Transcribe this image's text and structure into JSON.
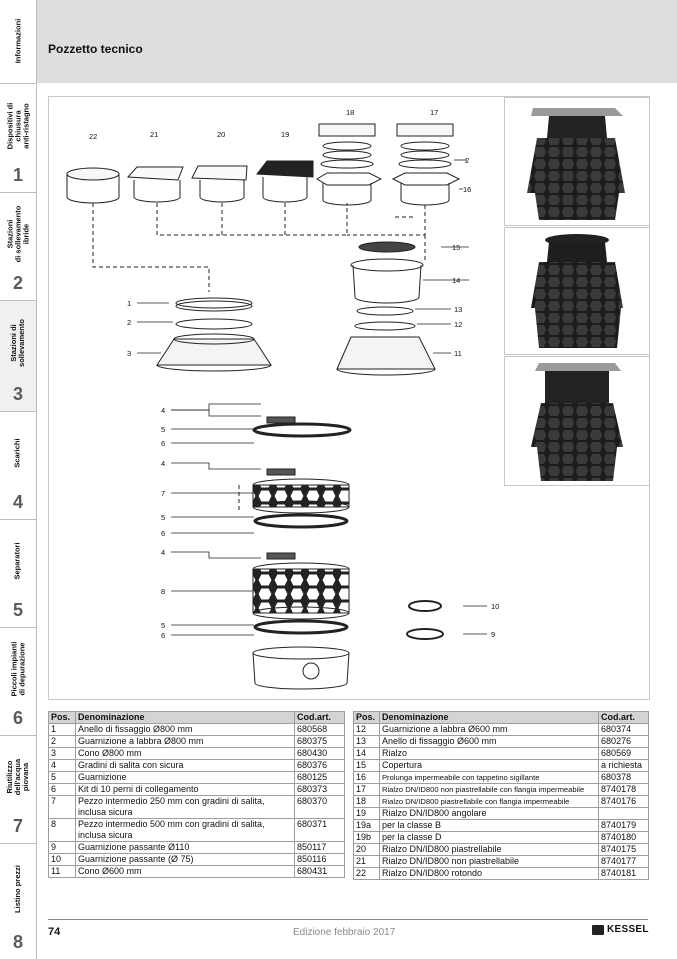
{
  "sidebar": {
    "tabs": [
      {
        "label": "Informazioni",
        "num": ""
      },
      {
        "label": "Dispositivi di\nchiusura\nanti-ristagno",
        "num": "1"
      },
      {
        "label": "Stazioni\ndi sollevamento\nibride",
        "num": "2"
      },
      {
        "label": "Stazioni di\nsollevamento",
        "num": "3"
      },
      {
        "label": "Scarichi",
        "num": "4"
      },
      {
        "label": "Separatori",
        "num": "5"
      },
      {
        "label": "Piccoli impianti\ndi depurazione",
        "num": "6"
      },
      {
        "label": "Riutilizzo\ndell'acqua\npiovana",
        "num": "7"
      },
      {
        "label": "Listino prezzi",
        "num": "8"
      }
    ]
  },
  "header": {
    "title": "Pozzetto tecnico"
  },
  "diagram": {
    "labels_top": [
      "22",
      "21",
      "20",
      "19",
      "18",
      "17",
      "2",
      "16"
    ],
    "labels_left": [
      "1",
      "2",
      "3",
      "4",
      "5",
      "6",
      "4",
      "7",
      "5",
      "6",
      "4",
      "8",
      "5",
      "6"
    ],
    "labels_right": [
      "15",
      "14",
      "13",
      "12",
      "11",
      "10",
      "9"
    ]
  },
  "table_left": {
    "headers": [
      "Pos.",
      "Denominazione",
      "Cod.art."
    ],
    "rows": [
      [
        "1",
        "Anello di fissaggio Ø800 mm",
        "680568"
      ],
      [
        "2",
        "Guarnizione a labbra Ø800 mm",
        "680375"
      ],
      [
        "3",
        "Cono Ø800 mm",
        "680430"
      ],
      [
        "4",
        "Gradini di salita con sicura",
        "680376"
      ],
      [
        "5",
        "Guarnizione",
        "680125"
      ],
      [
        "6",
        "Kit di 10 perni di collegamento",
        "680373"
      ],
      [
        "7",
        "Pezzo intermedio 250 mm con gradini di salita,\ninclusa sicura",
        "680370"
      ],
      [
        "8",
        "Pezzo intermedio 500 mm con gradini di salita,\ninclusa sicura",
        "680371"
      ],
      [
        "9",
        "Guarnizione passante Ø110",
        "850117"
      ],
      [
        "10",
        "Guarnizione passante (Ø 75)",
        "850116"
      ],
      [
        "11",
        "Cono Ø600 mm",
        "680431"
      ]
    ]
  },
  "table_right": {
    "headers": [
      "Pos.",
      "Denominazione",
      "Cod.art."
    ],
    "rows": [
      [
        "12",
        "Guarnizione a labbra Ø600 mm",
        "680374"
      ],
      [
        "13",
        "Anello di fissaggio Ø600 mm",
        "680276"
      ],
      [
        "14",
        "Rialzo",
        "680569"
      ],
      [
        "15",
        "Copertura",
        "a richiesta"
      ],
      [
        "16",
        "Prolunga impermeabile con tappetino sigillante",
        "680378"
      ],
      [
        "17",
        "Rialzo DN/ID800 non piastrellabile con flangia impermeabile",
        "8740178"
      ],
      [
        "18",
        "Rialzo DN/ID800 piastrellabile con flangia impermeabile",
        "8740176"
      ],
      [
        "19",
        "Rialzo DN/ID800 angolare",
        ""
      ],
      [
        "19a",
        " per la classe B",
        "8740179"
      ],
      [
        "19b",
        " per la classe D",
        "8740180"
      ],
      [
        "20",
        "Rialzo DN/ID800 piastrellabile",
        "8740175"
      ],
      [
        "21",
        "Rialzo DN/ID800 non piastrellabile",
        "8740177"
      ],
      [
        "22",
        "Rialzo DN/ID800 rotondo",
        "8740181"
      ]
    ]
  },
  "footer": {
    "page": "74",
    "edition": "Edizione febbraio 2017",
    "brand": "KESSEL"
  }
}
